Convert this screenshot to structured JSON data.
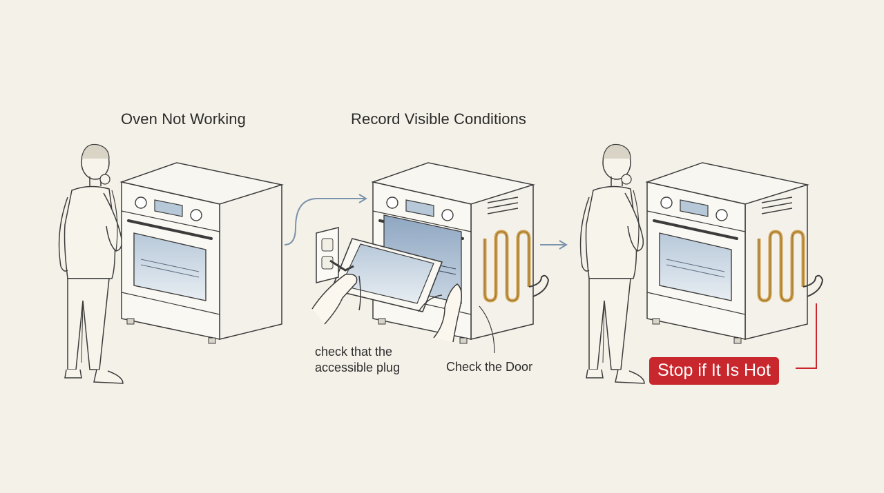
{
  "panels": {
    "left": {
      "title": "Oven Not Working"
    },
    "middle": {
      "title": "Record Visible Conditions",
      "plug_caption_line1": "check that the",
      "plug_caption_line2": "accessible plug",
      "door_caption": "Check the Door"
    },
    "right": {
      "warning": "Stop if It Is Hot"
    }
  },
  "colors": {
    "background": "#f4f1e8",
    "arrow": "#7b93ab",
    "warning": "#c8282d",
    "coil": "#d1a14e",
    "line": "#3c3c3c"
  }
}
